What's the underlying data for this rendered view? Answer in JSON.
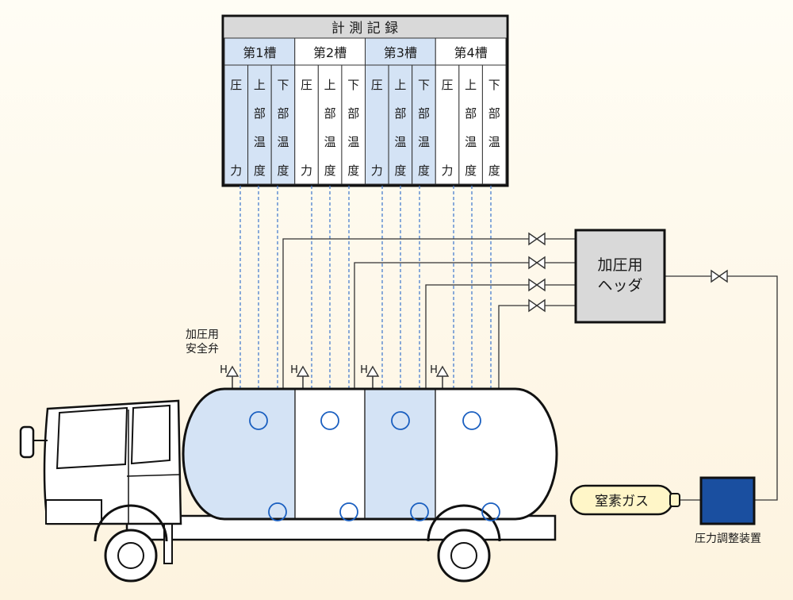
{
  "table": {
    "title": "計 測 記 録",
    "tanks": [
      "第1槽",
      "第2槽",
      "第3槽",
      "第4槽"
    ],
    "columns": [
      {
        "chars": [
          "圧",
          "力"
        ],
        "shaded": true
      },
      {
        "chars": [
          "上",
          "部",
          "温",
          "度"
        ],
        "shaded": true
      },
      {
        "chars": [
          "下",
          "部",
          "温",
          "度"
        ],
        "shaded": true
      },
      {
        "chars": [
          "圧",
          "力"
        ],
        "shaded": false
      },
      {
        "chars": [
          "上",
          "部",
          "温",
          "度"
        ],
        "shaded": false
      },
      {
        "chars": [
          "下",
          "部",
          "温",
          "度"
        ],
        "shaded": false
      },
      {
        "chars": [
          "圧",
          "力"
        ],
        "shaded": true
      },
      {
        "chars": [
          "上",
          "部",
          "温",
          "度"
        ],
        "shaded": true
      },
      {
        "chars": [
          "下",
          "部",
          "温",
          "度"
        ],
        "shaded": true
      },
      {
        "chars": [
          "圧",
          "力"
        ],
        "shaded": false
      },
      {
        "chars": [
          "上",
          "部",
          "温",
          "度"
        ],
        "shaded": false
      },
      {
        "chars": [
          "下",
          "部",
          "温",
          "度"
        ],
        "shaded": false
      }
    ]
  },
  "header_box": {
    "line1": "加圧用",
    "line2": "ヘッダ"
  },
  "safety_valve": {
    "line1": "加圧用",
    "line2": "安全弁",
    "symbol": "H"
  },
  "nitrogen": {
    "label": "窒素ガス"
  },
  "regulator": {
    "label": "圧力調整装置"
  },
  "colors": {
    "tank_shade": "#d4e3f5",
    "regulator_fill": "#1a4fa0",
    "dashed_line": "#4a7fd0",
    "header_fill": "#d9d9d9",
    "table_title_fill": "#d9d9d9",
    "nitrogen_fill": "#fff6c8"
  }
}
